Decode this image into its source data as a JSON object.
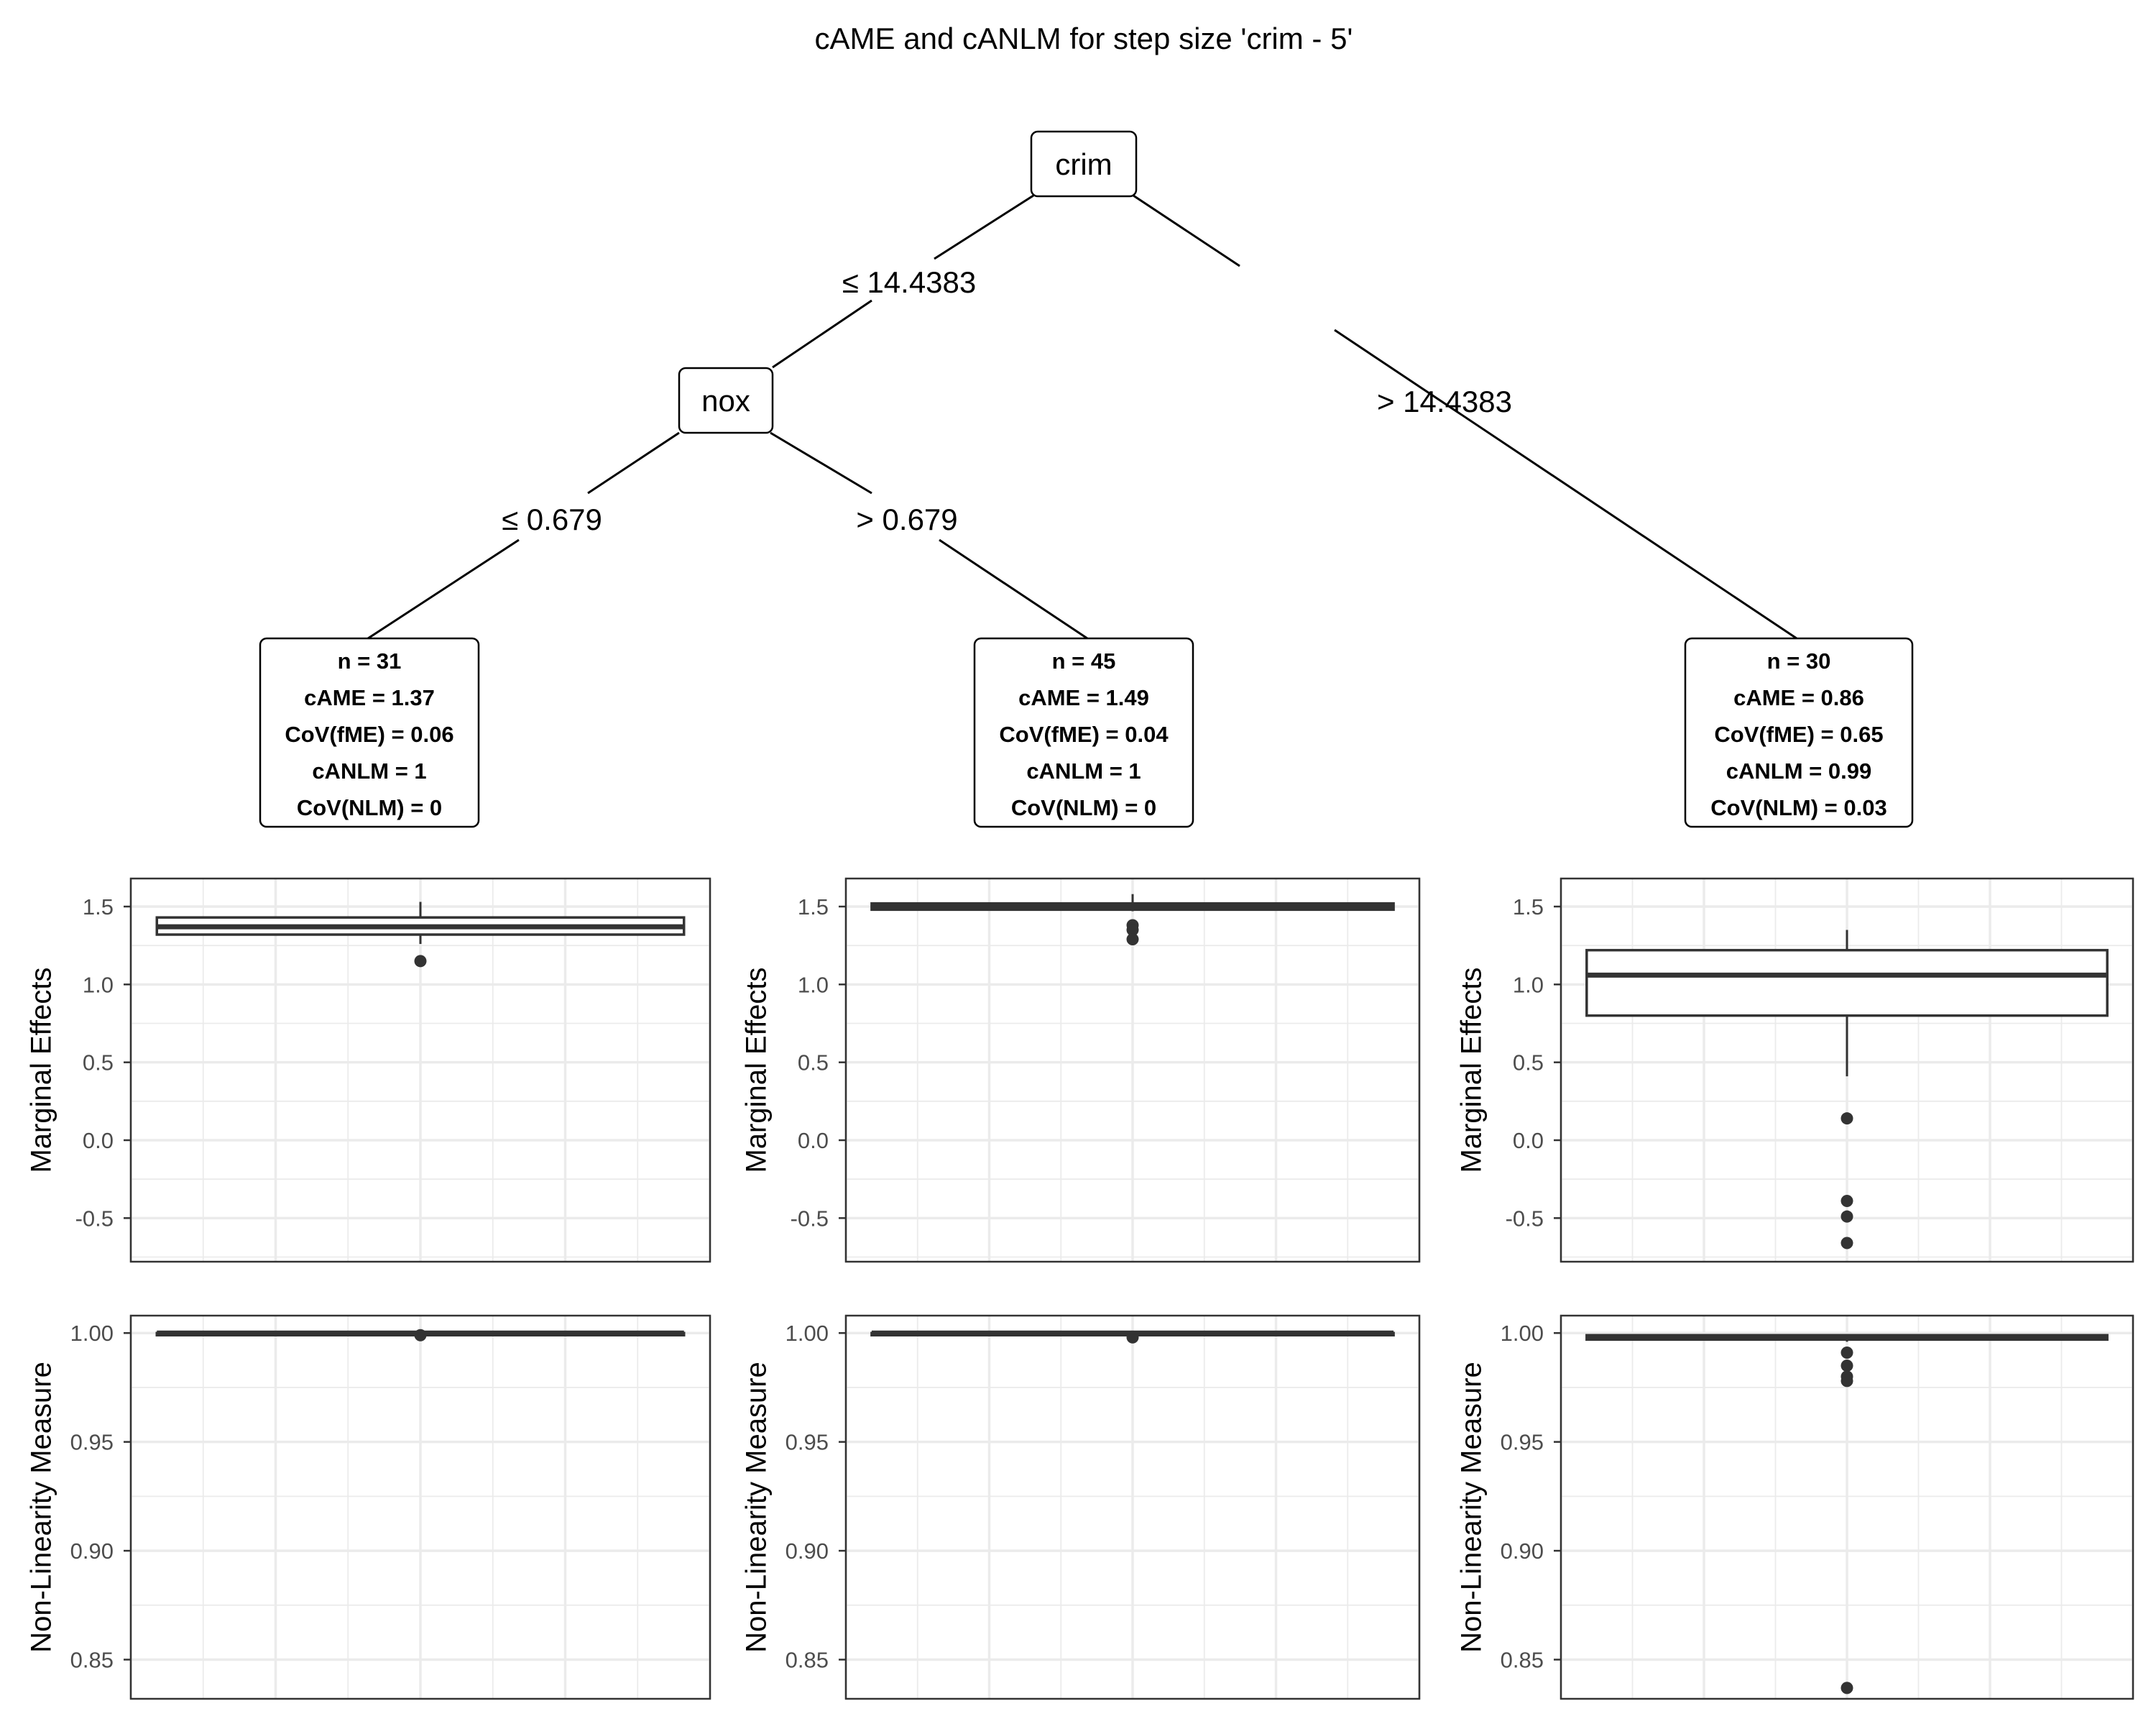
{
  "title": "cAME and cANLM for step size 'crim - 5'",
  "chart_data": {
    "type": "tree-boxplot",
    "title": "cAME and cANLM for step size 'crim - 5'",
    "tree": {
      "root": {
        "label": "crim"
      },
      "inner": {
        "label": "nox"
      },
      "edges": {
        "root_left": "≤  14.4383",
        "root_right": ">  14.4383",
        "inner_left": "≤  0.679",
        "inner_right": ">  0.679"
      },
      "leaves": [
        {
          "lines": [
            "n = 31",
            "cAME = 1.37",
            "CoV(fME) = 0.06",
            "cANLM = 1",
            "CoV(NLM) = 0"
          ]
        },
        {
          "lines": [
            "n = 45",
            "cAME = 1.49",
            "CoV(fME) = 0.04",
            "cANLM = 1",
            "CoV(NLM) = 0"
          ]
        },
        {
          "lines": [
            "n = 30",
            "cAME = 0.86",
            "CoV(fME) = 0.65",
            "cANLM = 0.99",
            "CoV(NLM) = 0.03"
          ]
        }
      ]
    },
    "panels": {
      "marginal_effects": {
        "ylabel": "Marginal Effects",
        "ylim": [
          -0.78,
          1.68
        ],
        "ticks": [
          1.5,
          1.0,
          0.5,
          0.0,
          -0.5
        ],
        "tick_labels": [
          "1.5",
          "1.0",
          "0.5",
          "0.0",
          "-0.5"
        ],
        "boxes": [
          {
            "q1": 1.32,
            "median": 1.37,
            "q3": 1.43,
            "whisker_low": 1.26,
            "whisker_high": 1.53,
            "outliers": [
              1.15
            ]
          },
          {
            "q1": 1.48,
            "median": 1.5,
            "q3": 1.52,
            "whisker_low": 1.47,
            "whisker_high": 1.58,
            "outliers": [
              1.38,
              1.35,
              1.29
            ]
          },
          {
            "q1": 0.8,
            "median": 1.06,
            "q3": 1.22,
            "whisker_low": 0.41,
            "whisker_high": 1.35,
            "outliers": [
              0.14,
              -0.39,
              -0.49,
              -0.66
            ]
          }
        ]
      },
      "non_linearity": {
        "ylabel": "Non-Linearity Measure",
        "ylim": [
          0.832,
          1.008
        ],
        "ticks": [
          1.0,
          0.95,
          0.9,
          0.85
        ],
        "tick_labels": [
          "1.00",
          "0.95",
          "0.90",
          "0.85"
        ],
        "boxes": [
          {
            "q1": 0.999,
            "median": 1.0,
            "q3": 1.0,
            "whisker_low": 0.999,
            "whisker_high": 1.0,
            "outliers": [
              0.999
            ]
          },
          {
            "q1": 0.999,
            "median": 1.0,
            "q3": 1.0,
            "whisker_low": 0.999,
            "whisker_high": 1.0,
            "outliers": [
              0.998
            ]
          },
          {
            "q1": 0.997,
            "median": 0.998,
            "q3": 0.999,
            "whisker_low": 0.996,
            "whisker_high": 0.999,
            "outliers": [
              0.991,
              0.985,
              0.98,
              0.978,
              0.837
            ]
          }
        ]
      }
    },
    "grid": true
  },
  "colors": {
    "line": "#333333",
    "point": "#333333",
    "grid": "#ebebeb",
    "panel_border": "#333333",
    "text": "#000000",
    "tick_text": "#4d4d4d"
  }
}
